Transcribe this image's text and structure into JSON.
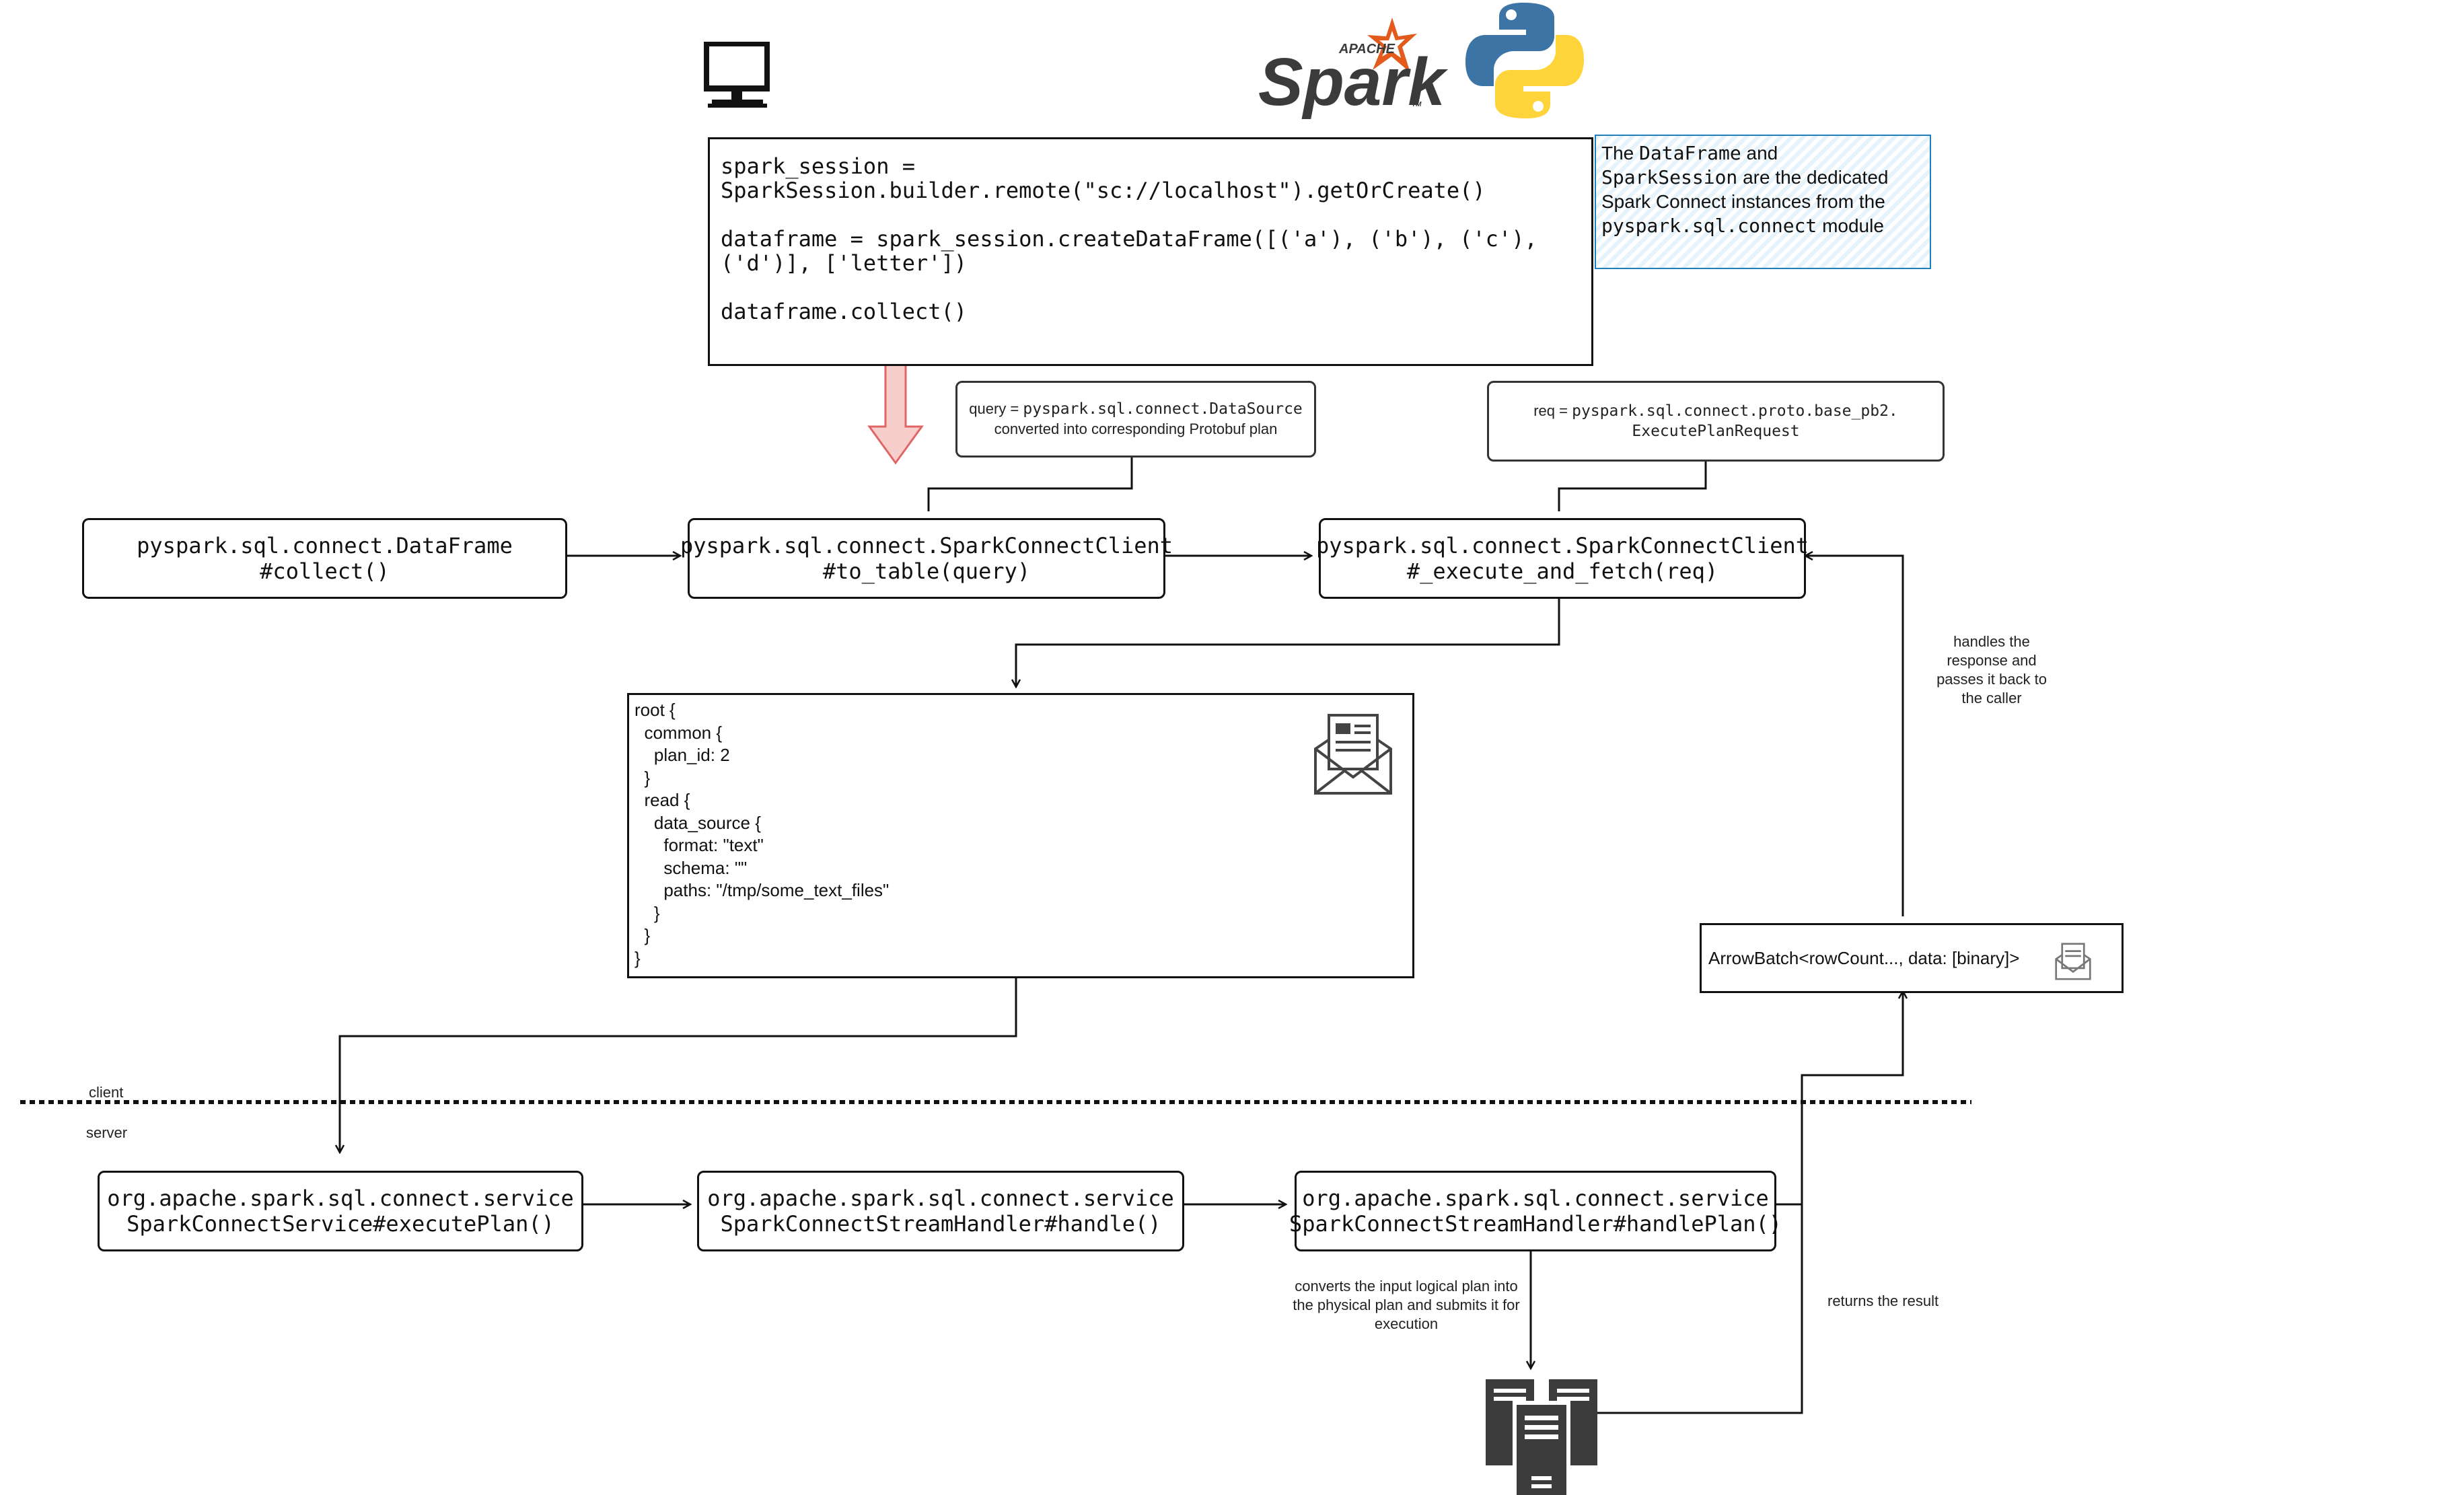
{
  "logos": {
    "spark_apache": "APACHE",
    "spark_word": "Spark",
    "spark_tm": "TM"
  },
  "code": {
    "lines": [
      "spark_session =",
      "SparkSession.builder.remote(\"sc://localhost\").getOrCreate()",
      "",
      "dataframe = spark_session.createDataFrame([('a'), ('b'), ('c'),",
      "('d')], ['letter'])",
      "",
      "dataframe.collect()"
    ]
  },
  "note": {
    "l1_a": "The ",
    "l1_b": "DataFrame",
    "l1_c": " and",
    "l2_a": "SparkSession",
    "l2_b": " are the dedicated",
    "l3": "Spark Connect instances from the",
    "l4_a": "pyspark.sql.connect",
    "l4_b": " module"
  },
  "callouts": {
    "query_prefix": "query = ",
    "query_mono": "pyspark.sql.connect.DataSource",
    "query_line2": "converted into corresponding Protobuf plan",
    "req_prefix": "req = ",
    "req_mono1": "pyspark.sql.connect.proto.base_pb2.",
    "req_mono2": "ExecutePlanRequest"
  },
  "client_nodes": {
    "dataframe_l1": "pyspark.sql.connect.DataFrame",
    "dataframe_l2": "#collect()",
    "to_table_l1": "pyspark.sql.connect.SparkConnectClient",
    "to_table_l2": "#to_table(query)",
    "execute_l1": "pyspark.sql.connect.SparkConnectClient",
    "execute_l2": "#_execute_and_fetch(req)"
  },
  "protobuf": {
    "lines": [
      "root {",
      "  common {",
      "    plan_id: 2",
      "  }",
      "  read {",
      "    data_source {",
      "      format: \"text\"",
      "      schema: \"\"",
      "      paths: \"/tmp/some_text_files\"",
      "    }",
      "  }",
      "}"
    ]
  },
  "labels": {
    "handles_response": [
      "handles the",
      "response and",
      "passes it back to",
      "the caller"
    ],
    "client": "client",
    "server": "server",
    "converts": [
      "converts the input logical plan into",
      "the physical plan and submits it for",
      "execution"
    ],
    "returns_result": "returns the result"
  },
  "arrow_batch": {
    "text": "ArrowBatch<rowCount..., data: [binary]>"
  },
  "server_nodes": {
    "execute_plan_l1": "org.apache.spark.sql.connect.service",
    "execute_plan_l2": "SparkConnectService#executePlan()",
    "handle_l1": "org.apache.spark.sql.connect.service",
    "handle_l2": "SparkConnectStreamHandler#handle()",
    "handle_plan_l1": "org.apache.spark.sql.connect.service",
    "handle_plan_l2": "SparkConnectStreamHandler#handlePlan()"
  },
  "colors": {
    "stroke": "#111111",
    "note_border": "#1f7fb8",
    "down_arrow_fill": "#f8cecc",
    "down_arrow_stroke": "#e06666",
    "spark_orange": "#e25a1c",
    "python_blue": "#3d74a6",
    "python_yellow": "#ffd43b",
    "server_icon": "#3c3c3c"
  },
  "icons": [
    "monitor-icon",
    "spark-logo",
    "python-logo",
    "envelope-icon",
    "server-cluster-icon"
  ]
}
